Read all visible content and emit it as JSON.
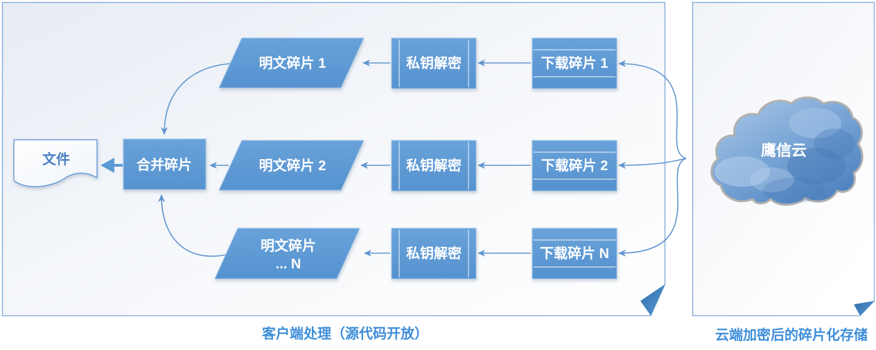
{
  "diagram": {
    "client_panel": {
      "caption": "客户端处理（源代码开放）"
    },
    "storage_panel": {
      "caption": "云端加密后的碎片化存储"
    },
    "file": {
      "label": "文件"
    },
    "merge": {
      "label": "合并碎片"
    },
    "rows": [
      {
        "plain": "明文碎片 1",
        "decrypt": "私钥解密",
        "download": "下载碎片 1"
      },
      {
        "plain": "明文碎片 2",
        "decrypt": "私钥解密",
        "download": "下载碎片 2"
      },
      {
        "plain_line1": "明文碎片",
        "plain_line2": "... N",
        "decrypt": "私钥解密",
        "download": "下载碎片 N"
      }
    ],
    "cloud": {
      "label": "鹰信云"
    },
    "colors": {
      "shape_fill": "#5B9BD5",
      "shape_border": "#9DC3E6",
      "arrow": "#6195CE",
      "caption_text": "#3D8ED9",
      "file_text": "#4A80C2",
      "panel_border": "#7EA6D8",
      "fold": "#2E6DA8",
      "cloud_outline": "#B3B1AE"
    }
  }
}
